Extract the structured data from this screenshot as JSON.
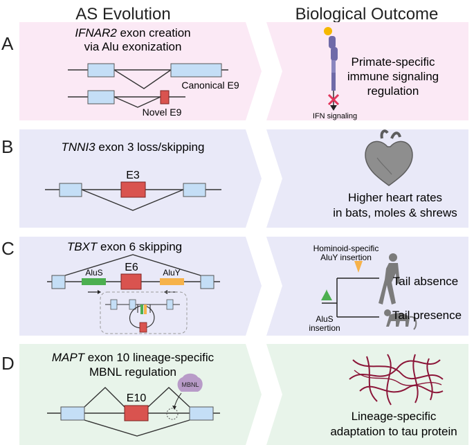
{
  "headers": {
    "left": "AS Evolution",
    "right": "Biological Outcome"
  },
  "colors": {
    "panel_a": "#fbe9f5",
    "panel_b": "#e9e9f8",
    "panel_c": "#e9e9f8",
    "panel_d": "#e8f4ea",
    "exon_blue": "#c4def6",
    "exon_red": "#d9534f",
    "alus_green": "#4caf50",
    "aluy_orange": "#f6b24a",
    "receptor_purple": "#6f6aa8",
    "ligand_yellow": "#f5b800",
    "tau_red": "#8b1538",
    "mbnl_purple": "#b89bc8"
  },
  "panels": {
    "a": {
      "letter": "A",
      "gene": "IFNAR2",
      "title_rest": " exon creation",
      "title_line2": "via Alu exonization",
      "label_canonical": "Canonical E9",
      "label_novel": "Novel E9",
      "label_ifn": "IFN signaling",
      "outcome": [
        "Primate-specific",
        "immune signaling",
        "regulation"
      ]
    },
    "b": {
      "letter": "B",
      "gene": "TNNI3",
      "title_rest": " exon 3 loss/skipping",
      "exon_label": "E3",
      "outcome": [
        "Higher heart rates",
        "in bats, moles & shrews"
      ]
    },
    "c": {
      "letter": "C",
      "gene": "TBXT",
      "title_rest": " exon 6 skipping",
      "exon_label": "E6",
      "alus": "AluS",
      "aluy": "AluY",
      "hominoid_line1": "Hominoid-specific",
      "hominoid_line2": "AluY insertion",
      "alus_ins_line1": "AluS",
      "alus_ins_line2": "insertion",
      "tail_absence": "Tail absence",
      "tail_presence": "Tail presence"
    },
    "d": {
      "letter": "D",
      "gene": "MAPT",
      "title_rest": " exon 10 lineage-specific",
      "title_line2": "MBNL regulation",
      "exon_label": "E10",
      "mbnl": "MBNL",
      "outcome": [
        "Lineage-specific",
        "adaptation to tau protein"
      ]
    }
  }
}
